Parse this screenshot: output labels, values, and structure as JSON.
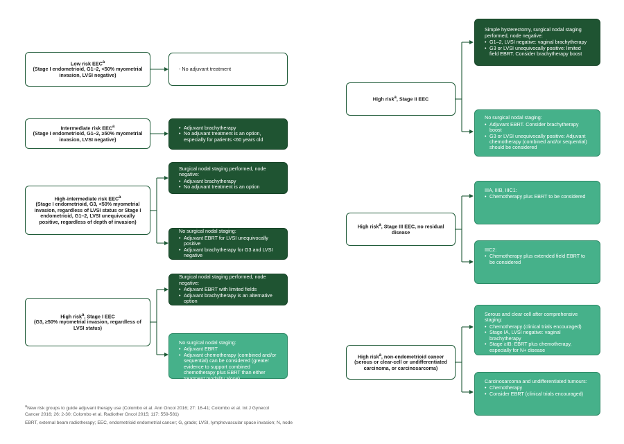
{
  "left": [
    {
      "title": "Low risk EEC",
      "title_sup": "a",
      "detail": "(Stage I endometrioid, G1–2, <50% myometrial invasion, LVSI negative)",
      "outcomes": [
        {
          "heading": "",
          "bullets": [
            "No adjuvant treatment"
          ],
          "bullet_style": "dash"
        }
      ]
    },
    {
      "title": "Intermediate risk EEC",
      "title_sup": "a",
      "detail": "(Stage I endometrioid, G1–2, ≥50% myometrial invasion, LVSI negative)",
      "outcomes": [
        {
          "heading": "",
          "bullets": [
            "Adjuvant brachytherapy",
            "No adjuvant treatment is an option, especially for patients <60 years old"
          ]
        }
      ]
    },
    {
      "title": "High-intermediate risk EEC",
      "title_sup": "a",
      "detail": "(Stage I endometrioid, G3, <50% myometrial invasion, regardless of LVSI status or Stage I endometrioid, G1–2, LVSI unequivocally positive, regardless of depth of invasion)",
      "outcomes": [
        {
          "heading": "Surgical nodal staging performed, node negative:",
          "bullets": [
            "Adjuvant brachytherapy",
            "No adjuvant treatment is an option"
          ]
        },
        {
          "heading": "No surgical nodal staging:",
          "bullets": [
            "Adjuvant EBRT for LVSI unequivocally positive",
            "Adjuvant brachytherapy for G3 and LVSI negative"
          ]
        }
      ]
    },
    {
      "title": "High risk",
      "title_sup": "a",
      "title_suffix": ", Stage I EEC",
      "detail": "(G3, ≥50% myometrial invasion, regardless of LVSI status)",
      "outcomes": [
        {
          "heading": "Surgical nodal staging performed, node negative:",
          "bullets": [
            "Adjuvant EBRT with limited fields",
            "Adjuvant brachytherapy is an alternative option"
          ]
        },
        {
          "heading": "No surgical nodal staging:",
          "bullets": [
            "Adjuvant EBRT",
            "Adjuvant chemotherapy (combined and/or sequential) can be considered (greater evidence to support combined chemotherapy plus EBRT than either treatment modality alone)"
          ]
        }
      ]
    }
  ],
  "right": [
    {
      "title": "High risk",
      "title_sup": "a",
      "title_suffix": ", Stage II EEC",
      "detail": "",
      "outcomes": [
        {
          "heading": "Simple hysterectomy, surgical nodal staging performed, node negative:",
          "bullets": [
            "G1–2, LVSI negative: vaginal brachytherapy",
            "G3 or LVSI unequivocally positive: limited field EBRT. Consider brachytherapy boost"
          ]
        },
        {
          "heading": "No surgical nodal staging:",
          "bullets": [
            "Adjuvant EBRT. Consider brachytherapy boost",
            "G3 or LVSI unequivocally positive: Adjuvant chemotherapy (combined and/or sequential) should be considered"
          ]
        }
      ]
    },
    {
      "title": "High risk",
      "title_sup": "a",
      "title_suffix": ", Stage III EEC, no residual disease",
      "detail": "",
      "outcomes": [
        {
          "heading": "IIIA, IIIB, IIIC1:",
          "bullets": [
            "Chemotherapy plus EBRT to be considered"
          ]
        },
        {
          "heading": "IIIC2:",
          "bullets": [
            "Chemotherapy plus extended field EBRT to be considered"
          ]
        }
      ]
    },
    {
      "title": "High risk",
      "title_sup": "a",
      "title_suffix": ", non-endometrioid cancer",
      "detail": "(serous or clear-cell or undifferentiated carcinoma, or carcinosarcoma)",
      "outcomes": [
        {
          "heading": "Serous and clear cell after comprehensive staging:",
          "bullets": [
            "Chemotherapy (clinical trials encouraged)",
            "Stage IA, LVSI negative: vaginal brachytherapy",
            "Stage ≥IB: EBRT plus chemotherapy, especially for N+ disease"
          ]
        },
        {
          "heading": "Carcinosarcoma and undifferentiated tumours:",
          "bullets": [
            "Chemotherapy",
            "Consider EBRT (clinical trials encouraged)"
          ]
        }
      ]
    }
  ],
  "footnotes": {
    "note_sup": "a",
    "note": "New risk groups to guide adjuvant therapy use (Colombo et al. Ann Oncol 2016; 27: 16-41; Colombo et al. Int J Gynecol Cancer 2016; 26: 2-30; Colombo et al. Radiother Oncol 2015; 117: 559-581)",
    "abbrev": "EBRT, external beam radiotherapy; EEC, endometrioid endometrial cancer; G, grade; LVSI, lymphovascular space invasion; N, node"
  },
  "colors": {
    "dark_green": "#1f5432",
    "light_green": "#46b18a",
    "line": "#1e5a37"
  }
}
